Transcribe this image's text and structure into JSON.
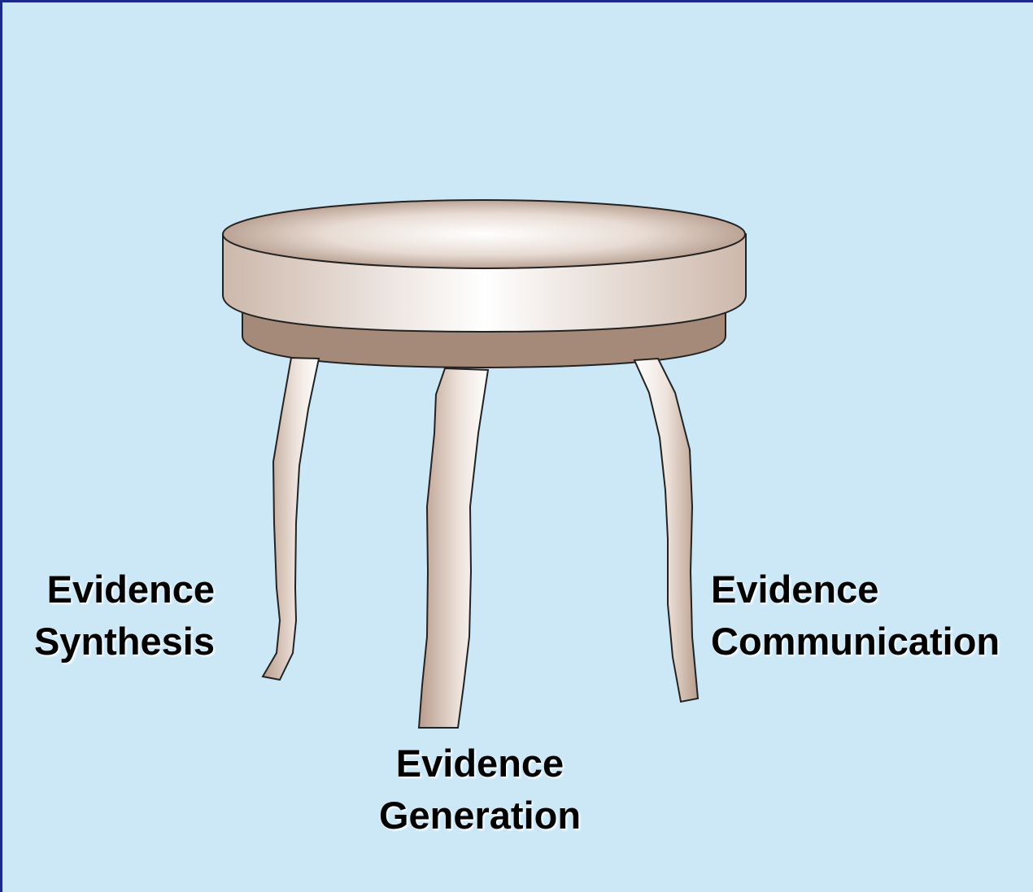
{
  "diagram": {
    "legs": [
      {
        "line1": "Evidence",
        "line2": "Synthesis"
      },
      {
        "line1": "Evidence",
        "line2": "Generation"
      },
      {
        "line1": "Evidence",
        "line2": "Communication"
      }
    ]
  },
  "colors": {
    "background": "#cce8f7",
    "frame": "#1a2a8a",
    "seat_light": "#ffffff",
    "seat_dark": "#a38777",
    "apron": "#a58a7a",
    "outline": "#222222"
  }
}
